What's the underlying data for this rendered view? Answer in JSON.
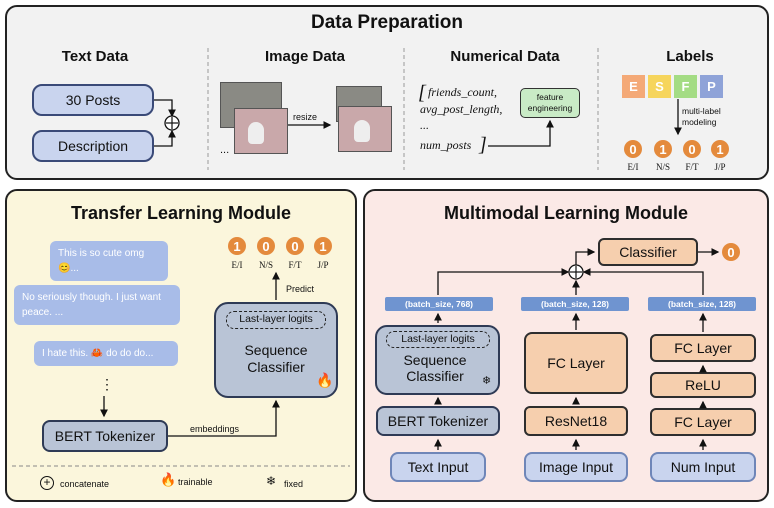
{
  "data_prep": {
    "title": "Data Preparation",
    "text_data": {
      "title": "Text Data",
      "posts": "30 Posts",
      "description": "Description"
    },
    "image_data": {
      "title": "Image Data",
      "resize": "resize",
      "dots": "..."
    },
    "numerical": {
      "title": "Numerical Data",
      "f1": "friends_count,",
      "f2": "avg_post_length,",
      "f3": "...",
      "f4": "num_posts",
      "open": "[",
      "close": "]",
      "feature": "feature engineering"
    },
    "labels": {
      "title": "Labels",
      "letters": [
        "E",
        "S",
        "F",
        "P"
      ],
      "letter_colors": [
        "#f4a977",
        "#f6d55c",
        "#a4dc84",
        "#8fa3d8"
      ],
      "modeling": "multi-label modeling"
    }
  },
  "outputs": {
    "values": [
      "0",
      "1",
      "0",
      "1"
    ],
    "names": [
      "E/I",
      "N/S",
      "F/T",
      "J/P"
    ]
  },
  "transfer": {
    "title": "Transfer Learning Module",
    "bubbles": [
      "This is so cute omg 😊...",
      "No seriously though. I just want peace. ...",
      "I hate this. 🦀 do do do..."
    ],
    "dots": "⋮",
    "tokenizer": "BERT Tokenizer",
    "embeddings": "embeddings",
    "predict": "Predict",
    "outputs": [
      "1",
      "0",
      "0",
      "1"
    ],
    "classifier_top": "Last-layer logits",
    "classifier": "Sequence Classifier",
    "legend": {
      "concatenate": "concatenate",
      "trainable": "trainable",
      "fixed": "fixed"
    }
  },
  "multimodal": {
    "title": "Multimodal Learning Module",
    "classifier": "Classifier",
    "output": "0",
    "dim1": "(batch_size, 768)",
    "dim2": "(batch_size, 128)",
    "dim3": "(batch_size, 128)",
    "seq_top": "Last-layer logits",
    "seq": "Sequence Classifier",
    "bert": "BERT Tokenizer",
    "text_input": "Text Input",
    "fc_layer": "FC Layer",
    "resnet": "ResNet18",
    "image_input": "Image Input",
    "fc_top": "FC Layer",
    "relu": "ReLU",
    "fc_bottom": "FC Layer",
    "num_input": "Num Input"
  }
}
